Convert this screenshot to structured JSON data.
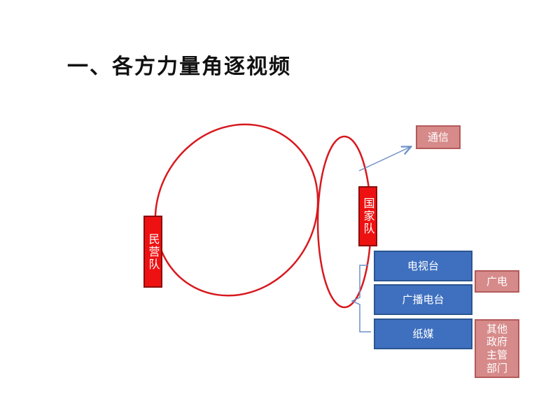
{
  "title": "一、各方力量角逐视频",
  "nodes": {
    "private_team": "民营队",
    "national_team": "国家队",
    "telecom": "通信",
    "tv_station": "电视台",
    "radio_station": "广播电台",
    "print_media": "纸媒",
    "broadcasting": "广电",
    "other_gov": [
      "其他",
      "政府",
      "主管",
      "部门"
    ]
  },
  "colors": {
    "ellipse": "#d7191f",
    "arrow": "#6d8fc7",
    "red_box": "#ee1111",
    "pink_box": "#d78a8a",
    "blue_box": "#3f70bf"
  }
}
